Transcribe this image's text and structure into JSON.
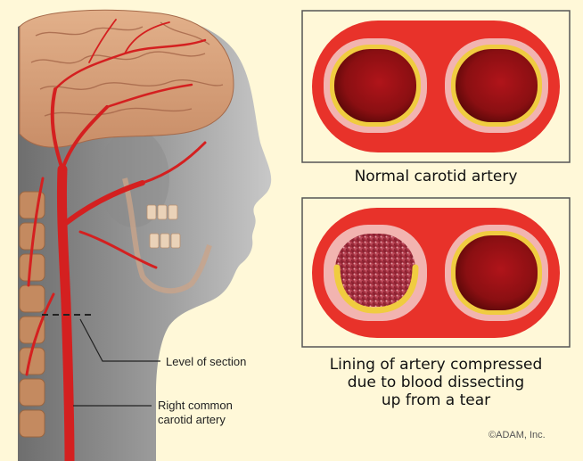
{
  "labels": {
    "level_of_section": "Level of section",
    "right_common_carotid_line1": "Right common",
    "right_common_carotid_line2": "carotid artery"
  },
  "panels": {
    "normal": {
      "caption": "Normal carotid artery"
    },
    "dissected": {
      "caption_line1": "Lining of artery compressed",
      "caption_line2": "due to blood dissecting",
      "caption_line3": "up from a tear"
    }
  },
  "credit": "©ADAM, Inc.",
  "colors": {
    "background": "#fff8d8",
    "artery_red": "#d8282a",
    "artery_wall": "#e84a3a",
    "intima_yellow": "#f2d030",
    "adventitia_pink": "#f4b8b8",
    "panel_border": "#555555",
    "clot": "#b83a48"
  }
}
